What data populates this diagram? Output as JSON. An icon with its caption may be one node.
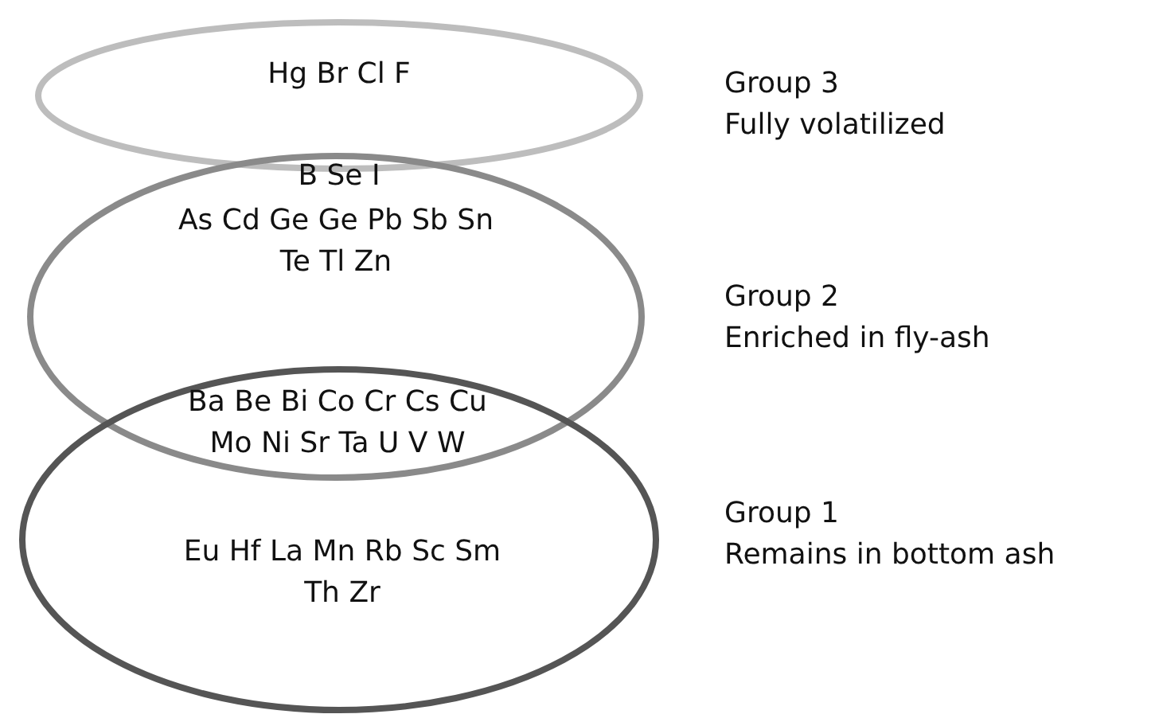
{
  "diagram": {
    "nodes": [
      {
        "text": [
          "Hg Br Cl F"
        ],
        "beside": [
          "Group 3 Fully volatilized"
        ]
      },
      {
        "text": [
          "As Cd Ge Ge Pb Sb Sn Te Tl Zn"
        ],
        "beside": [
          "Group 2 Enriched in fly-ash"
        ]
      },
      {
        "text": [
          "Eu Hf La Mn Rb Sc Sm Th Zr"
        ],
        "beside": [
          "Group 1 Remains in bottom ash"
        ]
      }
    ],
    "edges": [],
    "labels": [
      "B Se I",
      "Ba Be Bi Co Cr Cs Cu Mo Ni Sr Ta U V W"
    ]
  }
}
